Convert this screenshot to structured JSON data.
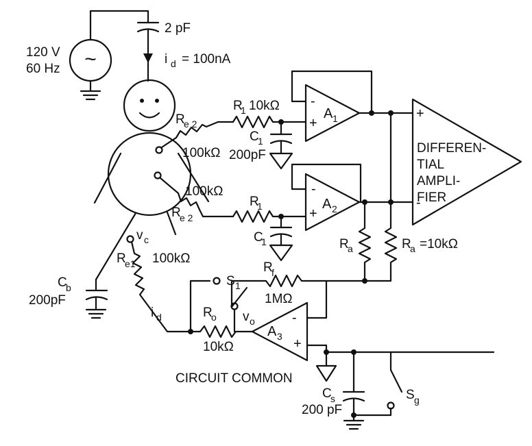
{
  "source": {
    "voltage": "120 V",
    "frequency": "60 Hz",
    "symbol": "~"
  },
  "coupling_cap": "2 pF",
  "displacement_current": {
    "symbol": "i",
    "sub": "d",
    "value": "= 100nA"
  },
  "electrodes": {
    "re2_top": {
      "sym": "R",
      "sub": "e 2",
      "value": "100kΩ"
    },
    "re2_bottom": {
      "sym": "R",
      "sub": "e 2",
      "value": "100kΩ"
    },
    "re1": {
      "sym": "R",
      "sub": "e1",
      "value": "100kΩ"
    },
    "vc": {
      "sym": "v",
      "sub": "c"
    }
  },
  "filters": {
    "r1_top": {
      "sym": "R",
      "sub": "1",
      "value": "10kΩ"
    },
    "c1_top": {
      "sym": "C",
      "sub": "1",
      "value": "200pF"
    },
    "r1_bottom": {
      "sym": "R",
      "sub": "1"
    },
    "c1_bottom": {
      "sym": "C",
      "sub": "1"
    }
  },
  "opamps": {
    "a1": {
      "sym": "A",
      "sub": "1",
      "minus": "-",
      "plus": "+"
    },
    "a2": {
      "sym": "A",
      "sub": "2",
      "minus": "-",
      "plus": "+"
    },
    "a3": {
      "sym": "A",
      "sub": "3",
      "minus": "-",
      "plus": "+"
    }
  },
  "diff_amp": {
    "line1": "DIFFEREN-",
    "line2": "TIAL",
    "line3": "AMPLI-",
    "line4": "FIER",
    "plus": "+",
    "minus": "-"
  },
  "ra": {
    "left": {
      "sym": "R",
      "sub": "a"
    },
    "right": {
      "sym": "R",
      "sub": "a",
      "value": "=10kΩ"
    }
  },
  "rf": {
    "sym": "R",
    "sub": "f",
    "value": "1MΩ"
  },
  "ro": {
    "sym": "R",
    "sub": "o",
    "value": "10kΩ"
  },
  "vo": {
    "sym": "v",
    "sub": "o"
  },
  "s1": {
    "sym": "S",
    "sub": "1"
  },
  "sg": {
    "sym": "S",
    "sub": "g"
  },
  "cb": {
    "sym": "C",
    "sub": "b",
    "value": "200pF"
  },
  "cs": {
    "sym": "C",
    "sub": "s",
    "value": "200 pF"
  },
  "id_lower": {
    "sym": "i",
    "sub": "d"
  },
  "common": "CIRCUIT   COMMON"
}
